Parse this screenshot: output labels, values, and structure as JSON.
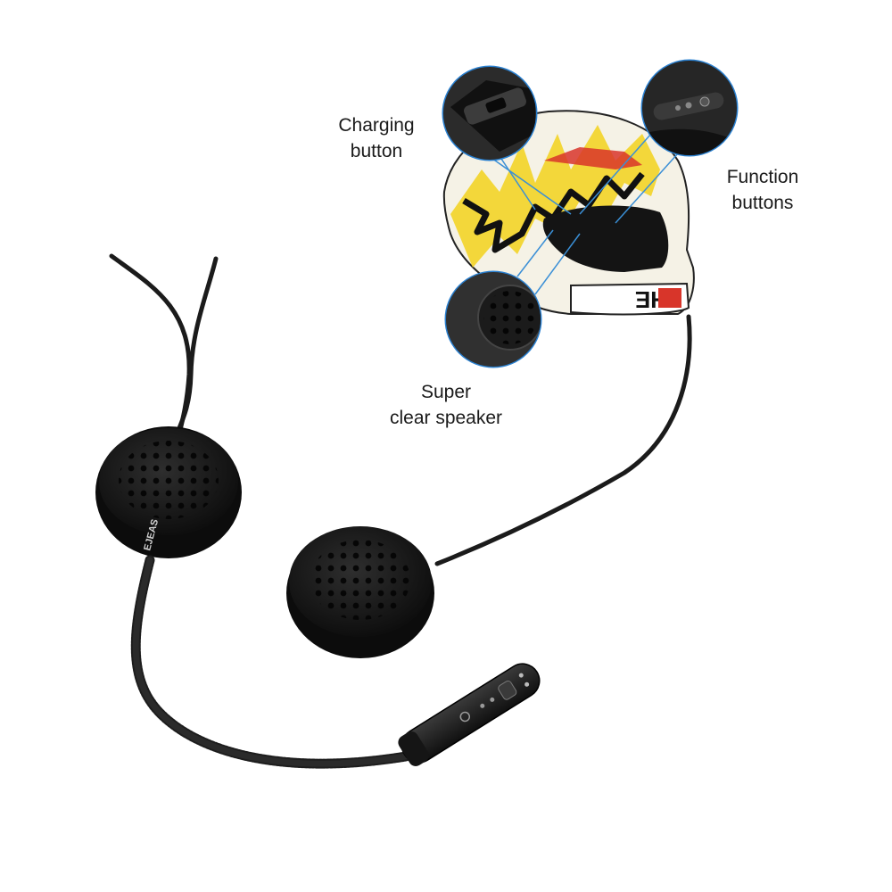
{
  "callouts": {
    "charging": {
      "line1": "Charging",
      "line2": "button"
    },
    "function": {
      "line1": "Function",
      "line2": "buttons"
    },
    "speaker": {
      "line1": "Super",
      "line2": "clear speaker"
    }
  },
  "brand_mark": "EJEAS",
  "colors": {
    "background": "#ffffff",
    "device": "#1b1b1b",
    "callout_line": "#3a8fd6",
    "helmet_accent": "#f2d21b"
  }
}
